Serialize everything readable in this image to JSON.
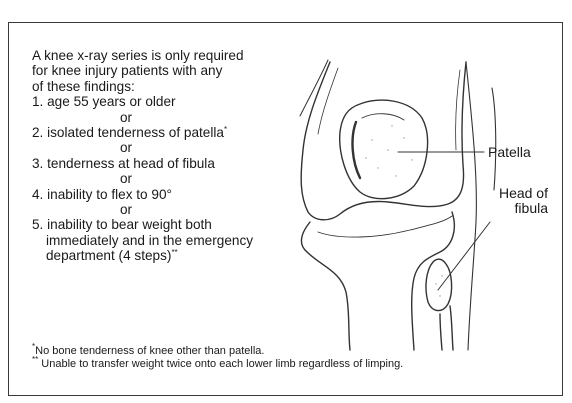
{
  "intro": [
    "A knee x-ray series is only required",
    "for knee injury patients with any",
    "of these findings:"
  ],
  "criteria": [
    {
      "text": "1. age 55 years or older",
      "mark": ""
    },
    {
      "text": "2. isolated tenderness of patella",
      "mark": "*"
    },
    {
      "text": "3. tenderness at head of fibula",
      "mark": ""
    },
    {
      "text": "4. inability to flex to 90°",
      "mark": ""
    },
    {
      "text": "5. inability to bear weight both",
      "mark": ""
    }
  ],
  "criterion5_cont": [
    "immediately and in the emergency",
    "department (4 steps)"
  ],
  "criterion5_mark": "**",
  "separator": "or",
  "labels": {
    "patella": "Patella",
    "head_of_fibula_1": "Head of",
    "head_of_fibula_2": "fibula"
  },
  "footnotes": [
    {
      "mark": "*",
      "text": "No bone tenderness of knee other than patella."
    },
    {
      "mark": "**",
      "text": " Unable to transfer weight twice onto each lower limb regardless of limping."
    }
  ]
}
